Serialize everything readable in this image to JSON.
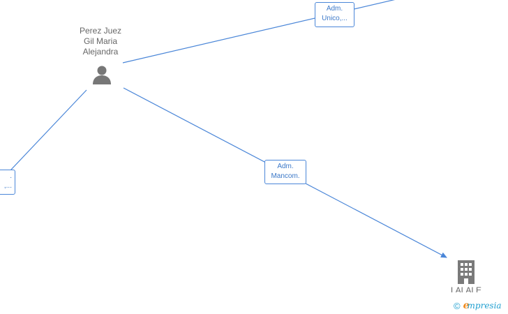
{
  "nodes": {
    "person": {
      "name": "Perez Juez\nGil Maria\nAlejandra",
      "icon": "person-icon"
    },
    "company": {
      "name": "LALALE",
      "icon": "building-icon"
    }
  },
  "edges": [
    {
      "line1": "Adm.",
      "line2": "Unico,..."
    },
    {
      "line1": "Adm.",
      "line2": "Mancom."
    },
    {
      "line1": ".",
      "line2": ",..."
    }
  ],
  "brand": {
    "copyright": "©",
    "first_letter": "e",
    "rest": "mpresia"
  },
  "colors": {
    "edge": "#4a86d8",
    "node": "#777777",
    "brand": "#1f9fd0",
    "brand_accent": "#f08a1c"
  }
}
